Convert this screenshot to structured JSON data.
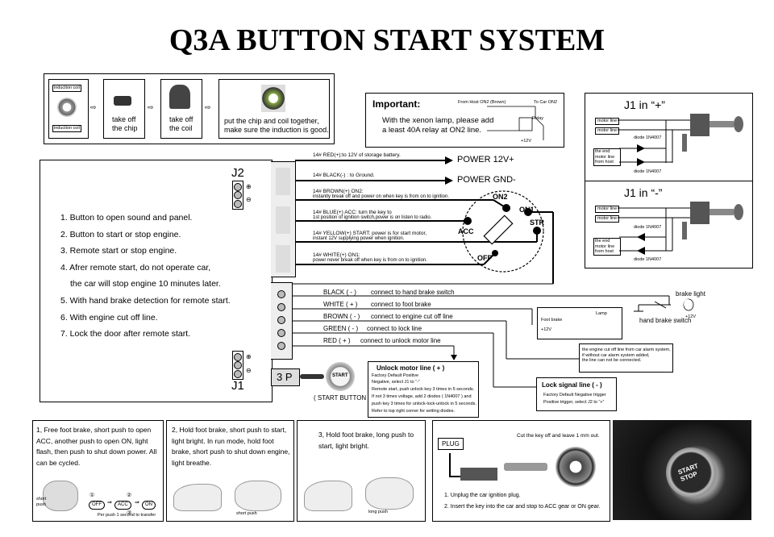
{
  "title": "Q3A BUTTON START SYSTEM",
  "induction": {
    "coil_label_top": "induction coil",
    "coil_label_bottom": "induction coil",
    "step1": "take off\nthe chip",
    "step2": "take off\nthe coil",
    "step3": "put the chip and coil together,\nmake sure the induction is good."
  },
  "important": {
    "heading": "Important:",
    "text": "With the xenon lamp, please add\na least 40A relay at ON2 line.",
    "from_host": "From Host ON2 (Brown)",
    "to_car": "To Car ON2",
    "relay": "Relay",
    "v12": "+12V"
  },
  "j1_plus": {
    "title": "J1 in “+”",
    "motor1": "motor line",
    "motor2": "motor line",
    "diode1": "diode 1N4007",
    "diode2": "diode 1N4007",
    "door": "the end motor line from host"
  },
  "j1_minus": {
    "title": "J1 in “-”",
    "motor1": "motor line",
    "motor2": "motor line",
    "diode1": "diode 1N4007",
    "diode2": "diode 1N4007",
    "door": "the end motor line from host"
  },
  "unit": {
    "j2": "J2",
    "j1": "J1",
    "p3": "3 P",
    "start_button": "( START BUTTON )",
    "start_face": "START",
    "functions": [
      "1. Button to open sound and panel.",
      "2. Button to start or stop engine.",
      "3. Remote start or stop engine.",
      "4. Afrer remote start, do not operate car,",
      "the car will stop engine 10 minutes later.",
      "5. With hand brake detection for remote start.",
      "6. With engine cut off line.",
      "7. Lock the door after remote start."
    ]
  },
  "top_wires": [
    {
      "label": "14# RED(+):to 12V of storage battery.",
      "target": "POWER 12V+"
    },
    {
      "label": "14# BLACK(-) : to Ground.",
      "target": "POWER GND-"
    },
    {
      "label": "14# BROWN(+)   ON2:",
      "sub": "instantly break off and power on when key is from on to  ignition."
    },
    {
      "label": "14# BLUE(+)   ACC:  turn the key to",
      "sub": "1st position of ignition switch,power is on listen to radio."
    },
    {
      "label": "14# YELLOW(+)    START:  power is for start motor,",
      "sub": "instant 12V supplying power when ignition."
    },
    {
      "label": "14# WHITE(+)    ON1:",
      "sub": "power never break off when key is from on to ignition."
    }
  ],
  "ignition": {
    "on2": "ON2",
    "on1": "ON1",
    "acc": "ACC",
    "str": "STR",
    "off": "OFF"
  },
  "bottom_wires": [
    {
      "color": "BLACK ( - )",
      "desc": "connect to hand brake switch"
    },
    {
      "color": "WHITE ( + )",
      "desc": "connect to foot brake"
    },
    {
      "color": "BROWN ( - )",
      "desc": "connect to engine cut off line"
    },
    {
      "color": "GREEN ( - )",
      "desc": "connect to lock line"
    },
    {
      "color": "RED ( + )",
      "desc": "connect to unlock motor line"
    }
  ],
  "brake": {
    "brake_light": "brake light",
    "hand_brake": "hand brake switch",
    "v12": "+12V",
    "foot_brake": "Foot brake",
    "lamp": "Lamp",
    "foot_v12": "+12V"
  },
  "cutoff_note": "the engine cut off line from car alarm system,\nif without car alarm system added,\nthe line can not be connected.",
  "unlock": {
    "title": "Unlock motor line ( + )",
    "lines": [
      "Factory Default Positive",
      "Negative, select J1 to  “-”",
      "Remote start, push unlock key 3 times in 5 seconds.",
      "If not 3 times voltage, add 2 diodes ( 1N4007 ) and",
      "push key 3 times for unlock-lock-unlock in 5 seconds.",
      "Refer to top right corner for setting diodes."
    ]
  },
  "lock": {
    "title": "Lock signal line ( - )",
    "lines": [
      "Factory Default Negative trigger",
      "Positive trigger, select J2 to  “+”"
    ]
  },
  "panels": {
    "p1": "1,  Free foot brake, short push to open ACC, another push to open ON, light flash, then push to shut down power. All can be cycled.",
    "p1_short": "short push",
    "p1_seq": [
      "OFF",
      "ACC",
      "ON"
    ],
    "p1_marks": [
      "①",
      "②",
      "③"
    ],
    "p1_caption": "Per push 1 second to transfer",
    "p2": "2,  Hold foot brake, short push to start, light bright. In run mode, hold foot brake, short push to shut down engine, light breathe.",
    "p2_short": "short push",
    "p3": "3,  Hold foot brake, long push to start, light bright.",
    "p3_long": "long push",
    "p4_plug": "PLUG",
    "p4_cut": "Cut the key off and leave 1 mm out.",
    "p4_steps": [
      "1.  Unplug the car ignition plug.",
      "2.  Insert the key into the car and  stop to ACC gear or ON gear."
    ],
    "photo_text": "START\nSTOP"
  }
}
